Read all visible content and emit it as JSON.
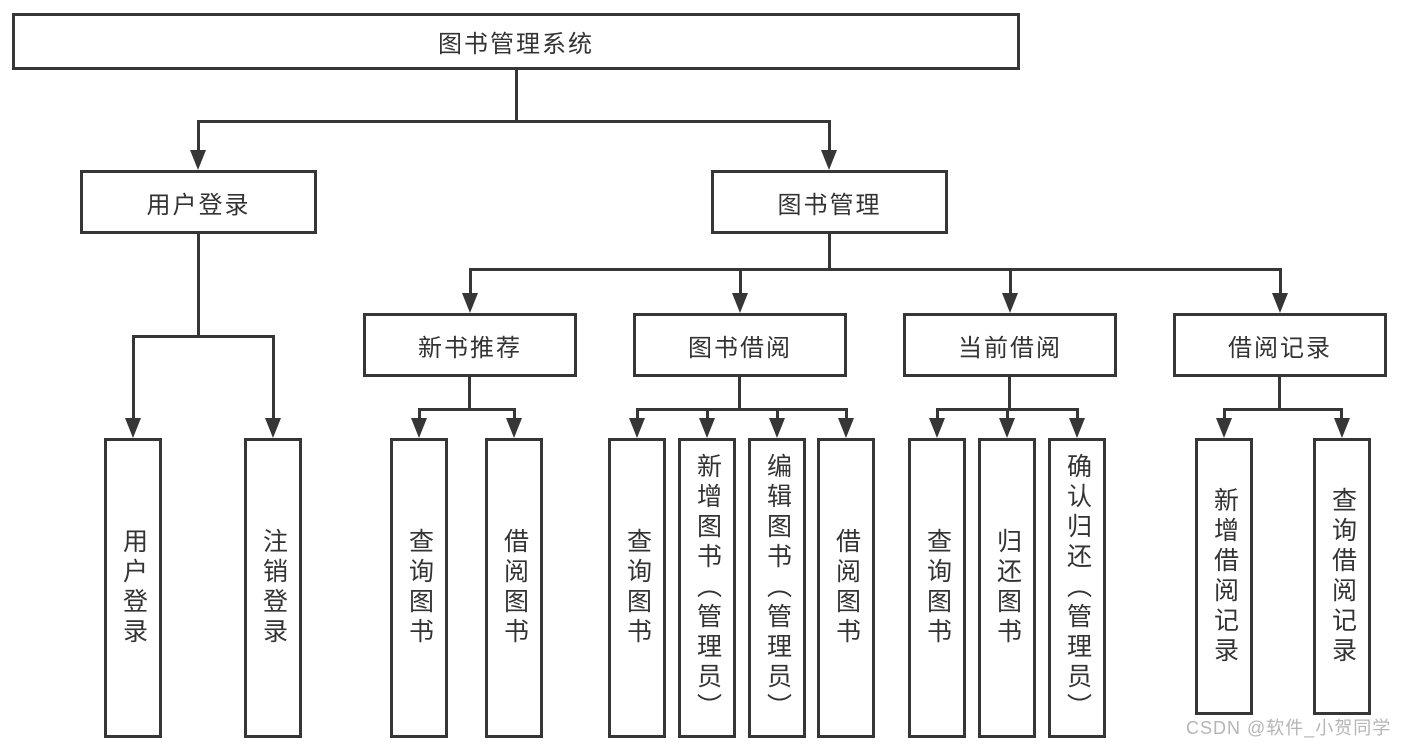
{
  "tree": {
    "root": {
      "label": "图书管理系统",
      "children": [
        {
          "label": "用户登录",
          "children": [
            {
              "label": "用户登录"
            },
            {
              "label": "注销登录"
            }
          ]
        },
        {
          "label": "图书管理",
          "children": [
            {
              "label": "新书推荐",
              "children": [
                {
                  "label": "查询图书"
                },
                {
                  "label": "借阅图书"
                }
              ]
            },
            {
              "label": "图书借阅",
              "children": [
                {
                  "label": "查询图书"
                },
                {
                  "label": "新增图书（管理员）"
                },
                {
                  "label": "编辑图书（管理员）"
                },
                {
                  "label": "借阅图书"
                }
              ]
            },
            {
              "label": "当前借阅",
              "children": [
                {
                  "label": "查询图书"
                },
                {
                  "label": "归还图书"
                },
                {
                  "label": "确认归还（管理员）"
                }
              ]
            },
            {
              "label": "借阅记录",
              "children": [
                {
                  "label": "新增借阅记录"
                },
                {
                  "label": "查询借阅记录"
                }
              ]
            }
          ]
        }
      ]
    }
  },
  "watermark": {
    "text": "CSDN @软件_小贺同学"
  },
  "colors": {
    "line": "#363636",
    "text": "#333333",
    "background": "#ffffff",
    "watermark": "#b5b5b5"
  }
}
